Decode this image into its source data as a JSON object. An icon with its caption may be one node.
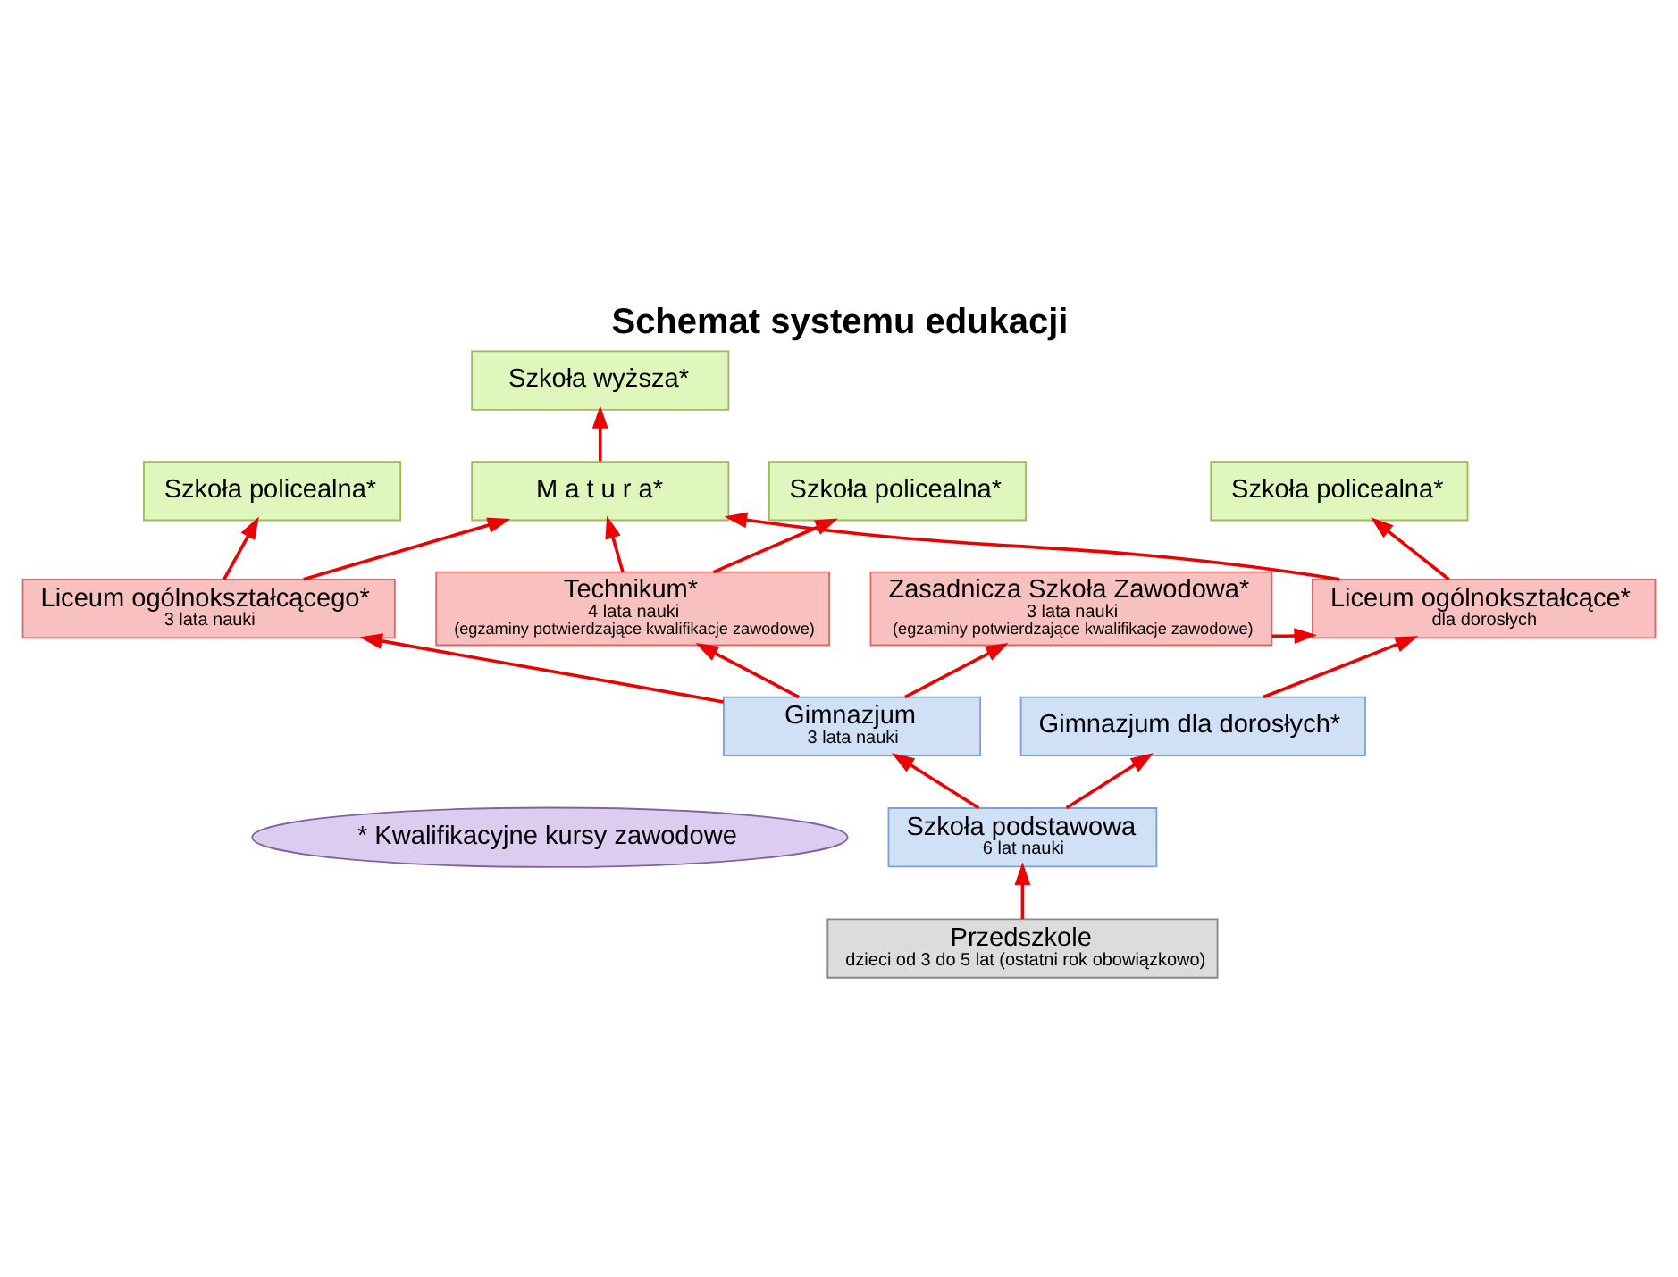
{
  "diagram": {
    "title": "Schemat systemu edukacji",
    "nodes": [
      {
        "text": [
          "Szkoła wyższa*"
        ]
      },
      {
        "text": [
          "M a t u r a*"
        ]
      },
      {
        "text": [
          "Szkoła policealna*"
        ]
      },
      {
        "text": [
          "Szkoła policealna*"
        ]
      },
      {
        "text": [
          "Szkoła policealna*"
        ]
      },
      {
        "text": [
          "Liceum ogólnokształcącego*",
          "3 lata nauki"
        ]
      },
      {
        "text": [
          "Technikum*",
          "4 lata nauki",
          "(egzaminy potwierdzające kwalifikacje zawodowe)"
        ]
      },
      {
        "text": [
          "Zasadnicza Szkoła Zawodowa*",
          "3 lata nauki",
          "(egzaminy potwierdzające kwalifikacje zawodowe)"
        ]
      },
      {
        "text": [
          "Liceum ogólnokształcące*",
          "dla dorosłych"
        ]
      },
      {
        "text": [
          "Gimnazjum",
          "3 lata nauki"
        ]
      },
      {
        "text": [
          "Gimnazjum dla dorosłych*"
        ]
      },
      {
        "text": [
          "* Kwalifikacyjne kursy zawodowe"
        ]
      },
      {
        "text": [
          "Szkoła podstawowa",
          "6 lat nauki"
        ]
      },
      {
        "text": [
          "Przedszkole",
          "dzieci od 3 do 5 lat (ostatni rok obowiązkowo)"
        ]
      }
    ],
    "edges": [
      {
        "from": 1,
        "to": 0,
        "arrow": "to"
      },
      {
        "from": 5,
        "to": 2,
        "arrow": "to"
      },
      {
        "from": 5,
        "to": 1,
        "arrow": "to"
      },
      {
        "from": 6,
        "to": 3,
        "arrow": "to"
      },
      {
        "from": 6,
        "to": 1,
        "arrow": "to"
      },
      {
        "from": 8,
        "to": 4,
        "arrow": "to"
      },
      {
        "from": 8,
        "to": 1,
        "arrow": "to"
      },
      {
        "from": 7,
        "to": 8,
        "arrow": "to"
      },
      {
        "from": 10,
        "to": 8,
        "arrow": "to"
      },
      {
        "from": 9,
        "to": 5,
        "arrow": "to"
      },
      {
        "from": 9,
        "to": 6,
        "arrow": "to"
      },
      {
        "from": 9,
        "to": 7,
        "arrow": "to"
      },
      {
        "from": 12,
        "to": 9,
        "arrow": "to"
      },
      {
        "from": 12,
        "to": 10,
        "arrow": "to"
      },
      {
        "from": 13,
        "to": 12,
        "arrow": "to"
      }
    ]
  }
}
